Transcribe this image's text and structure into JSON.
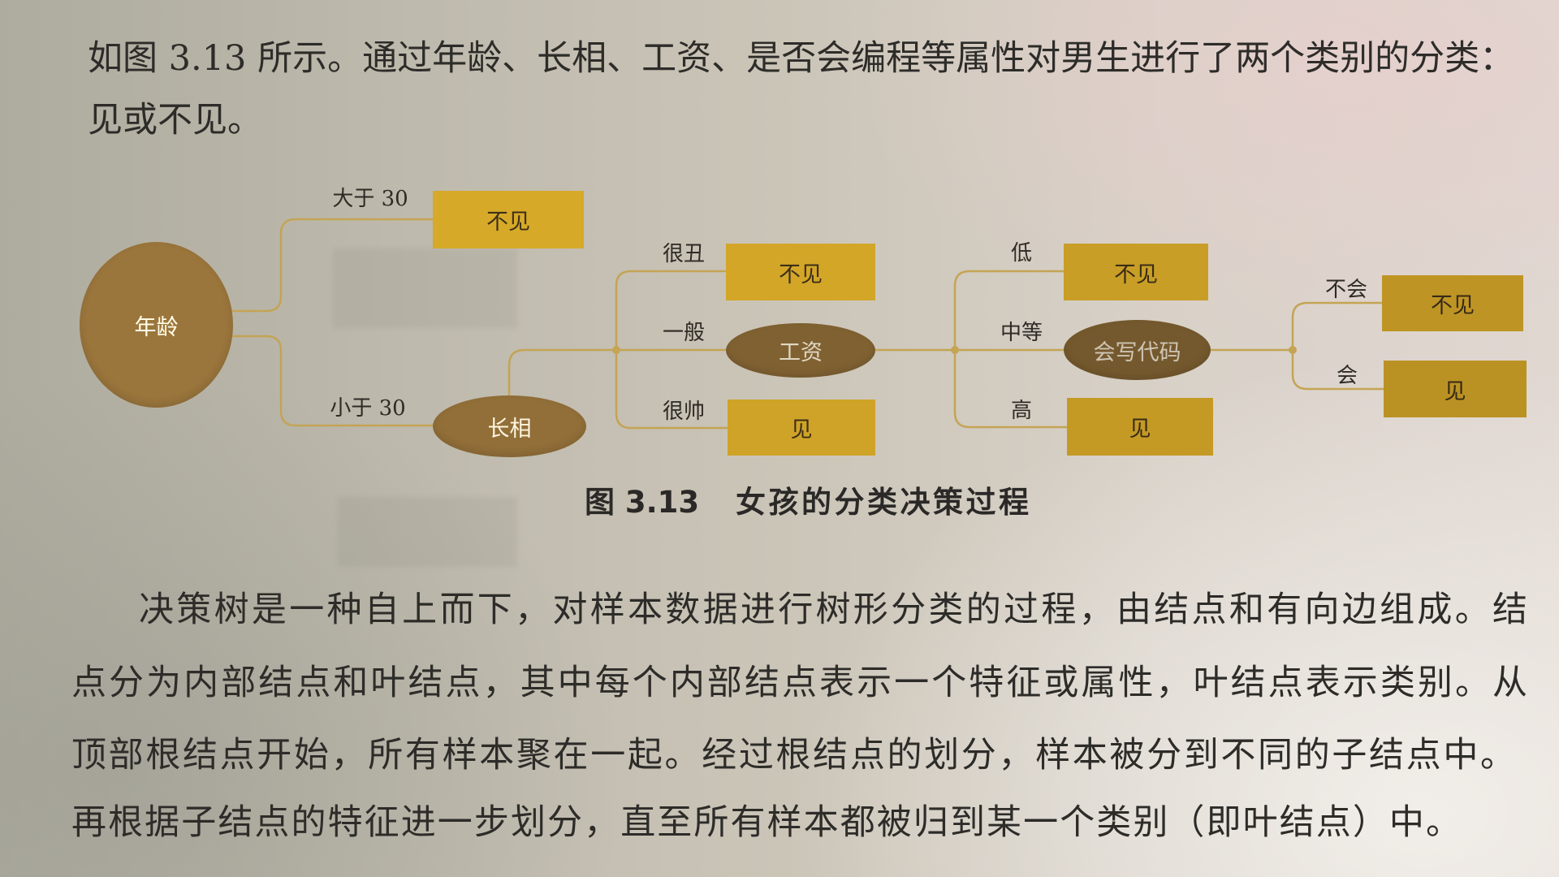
{
  "colors": {
    "page_text": "#2d2c29",
    "node_fill": "#8a6936",
    "node_text": "#f1e7d2",
    "leaf_fill": "#d3a628",
    "leaf_text": "#3d2f18",
    "edge_line": "#c4a455",
    "edge_label": "#2e2a25"
  },
  "intro": {
    "lines": [
      "如图 3.13 所示。通过年龄、长相、工资、是否会编程等属性对男生进行了两个类别的分类：",
      "见或不见。"
    ]
  },
  "figure": {
    "age": {
      "label": "年龄",
      "branches": [
        {
          "edge_label": "大于 30",
          "result": "不见"
        },
        {
          "edge_label": "小于 30"
        }
      ]
    },
    "looks": {
      "label": "长相",
      "branches": [
        {
          "edge_label": "很丑",
          "result": "不见"
        },
        {
          "edge_label": "一般"
        },
        {
          "edge_label": "很帅",
          "result": "见"
        }
      ]
    },
    "salary": {
      "label": "工资",
      "branches": [
        {
          "edge_label": "低",
          "result": "不见"
        },
        {
          "edge_label": "中等"
        },
        {
          "edge_label": "高",
          "result": "见"
        }
      ]
    },
    "coding": {
      "label": "会写代码",
      "branches": [
        {
          "edge_label": "不会",
          "result": "不见"
        },
        {
          "edge_label": "会",
          "result": "见"
        }
      ]
    },
    "caption": {
      "number": "图 3.13",
      "title": "女孩的分类决策过程"
    }
  },
  "body": {
    "paragraph_lines": [
      "决策树是一种自上而下，对样本数据进行树形分类的过程，由结点和有向边组成。结",
      "点分为内部结点和叶结点，其中每个内部结点表示一个特征或属性，叶结点表示类别。从",
      "顶部根结点开始，所有样本聚在一起。经过根结点的划分，样本被分到不同的子结点中。",
      "再根据子结点的特征进一步划分，直至所有样本都被归到某一个类别（即叶结点）中。"
    ]
  }
}
